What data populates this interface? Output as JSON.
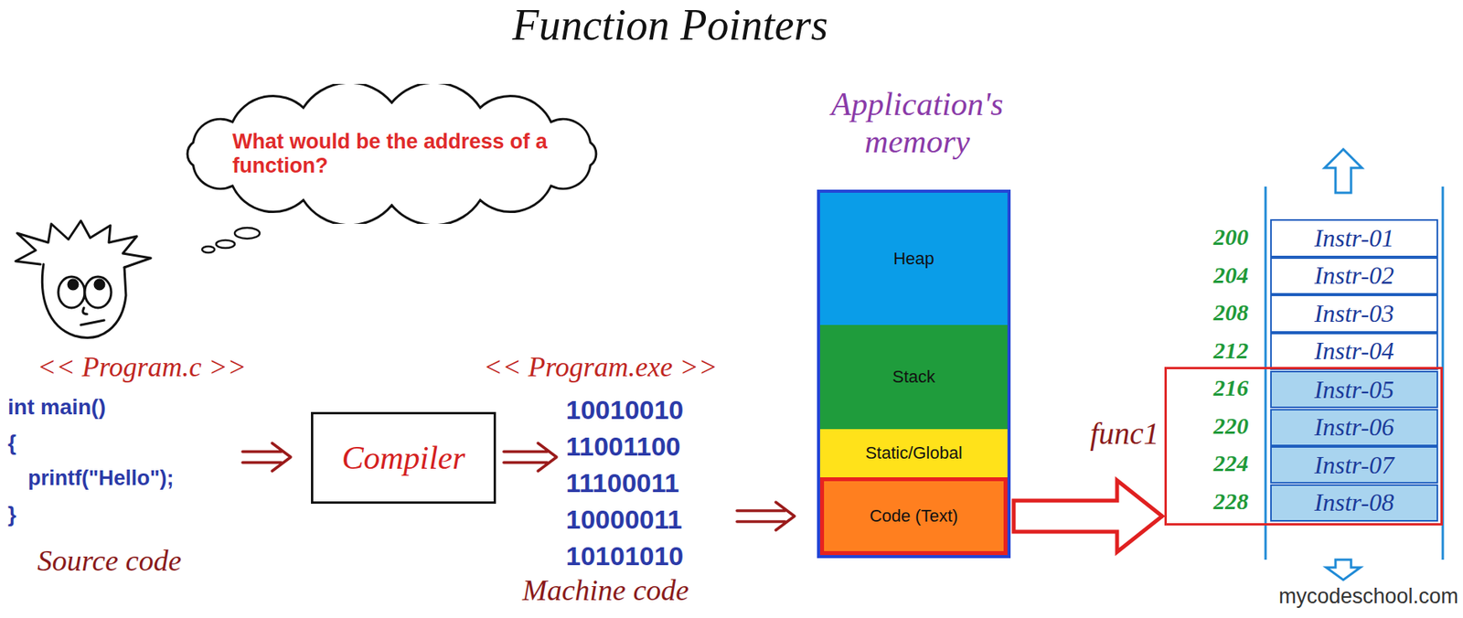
{
  "diagram": {
    "title": "Function Pointers",
    "nodes": [
      {
        "text": [
          "What would be the address of a function?"
        ]
      },
      {
        "text": [
          "Compiler"
        ]
      },
      {
        "text": [
          "Application's memory"
        ]
      },
      {
        "text": [
          "Heap"
        ],
        "in": 2
      },
      {
        "text": [
          "Stack"
        ],
        "in": 2
      },
      {
        "text": [
          "Static/Global"
        ],
        "in": 2
      },
      {
        "text": [
          "Code (Text)"
        ],
        "in": 2
      },
      {
        "text": [
          "Instr-01"
        ]
      },
      {
        "text": [
          "Instr-02"
        ]
      },
      {
        "text": [
          "Instr-03"
        ]
      },
      {
        "text": [
          "Instr-04"
        ]
      },
      {
        "text": [
          "func1"
        ]
      },
      {
        "text": [
          "Instr-05"
        ],
        "in": 11
      },
      {
        "text": [
          "Instr-06"
        ],
        "in": 11
      },
      {
        "text": [
          "Instr-07"
        ],
        "in": 11
      },
      {
        "text": [
          "Instr-08"
        ],
        "in": 11
      }
    ],
    "edges": [
      {
        "from": 6,
        "to": 11,
        "arrow": "to"
      }
    ],
    "labels": [
      "<< Program.c >>",
      "int main()",
      "{",
      "printf(\"Hello\");",
      "}",
      "Source code",
      "<< Program.exe >>",
      "10010010",
      "11001100",
      "11100011",
      "10000011",
      "10101010",
      "Machine code",
      "200",
      "204",
      "208",
      "212",
      "216",
      "220",
      "224",
      "228",
      "mycodeschool.com"
    ]
  }
}
